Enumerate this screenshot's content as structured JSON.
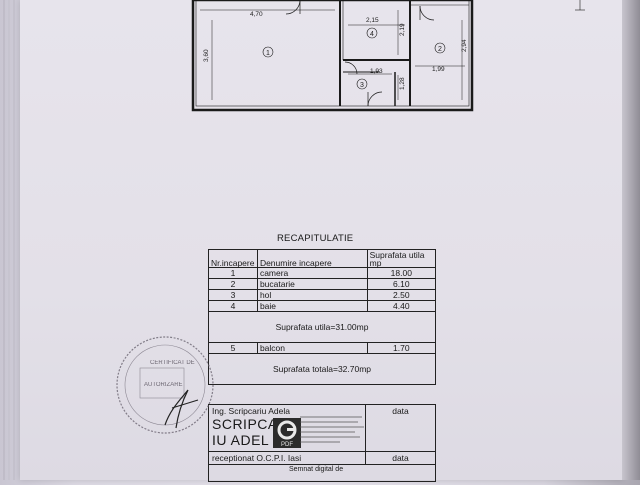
{
  "plan": {
    "dims": {
      "d1": "4,70",
      "d2": "2,15",
      "d3": "2,19",
      "d4": "3,60",
      "d5": "2,94",
      "d6": "1,99",
      "d7": "1,93",
      "d8": "1,28"
    },
    "room_numbers": [
      "1",
      "2",
      "3",
      "4"
    ]
  },
  "recap": {
    "title": "RECAPITULATIE",
    "headers": {
      "num": "Nr.incapere",
      "name": "Denumire incapere",
      "area": "Suprafata utila mp"
    },
    "rows": [
      {
        "num": "1",
        "name": "camera",
        "area": "18.00"
      },
      {
        "num": "2",
        "name": "bucatarie",
        "area": "6.10"
      },
      {
        "num": "3",
        "name": "hol",
        "area": "2.50"
      },
      {
        "num": "4",
        "name": "baie",
        "area": "4.40"
      }
    ],
    "useful_total": "Suprafata utila=31.00mp",
    "balcony": {
      "num": "5",
      "name": "balcon",
      "area": "1.70"
    },
    "grand_total": "Suprafata totala=32.70mp"
  },
  "signature_block": {
    "engineer": "Ing. Scripcariu Adela",
    "date_label_1": "data",
    "name_line_1": "SCRIPCA",
    "name_line_2": "IU ADEL",
    "received": "receptionat O.C.P.I. Iasi",
    "date_label_2": "data",
    "seal_label": "PDF",
    "bottom_text": "Semnat digital de"
  },
  "stamp": {
    "top_text": "CERTIFICAT DE",
    "mid_text": "AUTORIZARE"
  }
}
